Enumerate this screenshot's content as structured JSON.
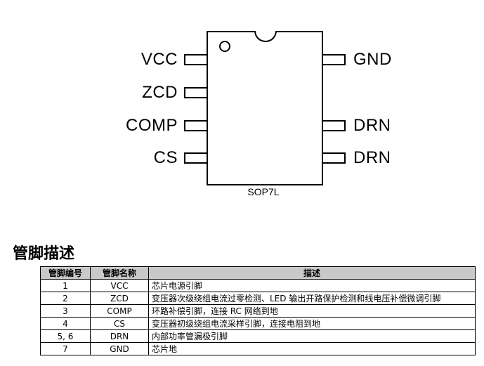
{
  "diagram": {
    "package": "SOP7L",
    "left_pins": [
      "VCC",
      "ZCD",
      "COMP",
      "CS"
    ],
    "right_pins": [
      "GND",
      "",
      "DRN",
      "DRN"
    ]
  },
  "section": {
    "title": "管脚描述"
  },
  "table": {
    "headers": [
      "管脚编号",
      "管脚名称",
      "描述"
    ],
    "rows": [
      {
        "num": "1",
        "name": "VCC",
        "desc": "芯片电源引脚"
      },
      {
        "num": "2",
        "name": "ZCD",
        "desc": "变压器次级绕组电流过零检测、LED 输出开路保护检测和线电压补偿微调引脚"
      },
      {
        "num": "3",
        "name": "COMP",
        "desc": "环路补偿引脚，连接 RC 网络到地"
      },
      {
        "num": "4",
        "name": "CS",
        "desc": "变压器初级绕组电流采样引脚，连接电阻到地"
      },
      {
        "num": "5, 6",
        "name": "DRN",
        "desc": "内部功率管漏极引脚"
      },
      {
        "num": "7",
        "name": "GND",
        "desc": "芯片地"
      }
    ]
  }
}
